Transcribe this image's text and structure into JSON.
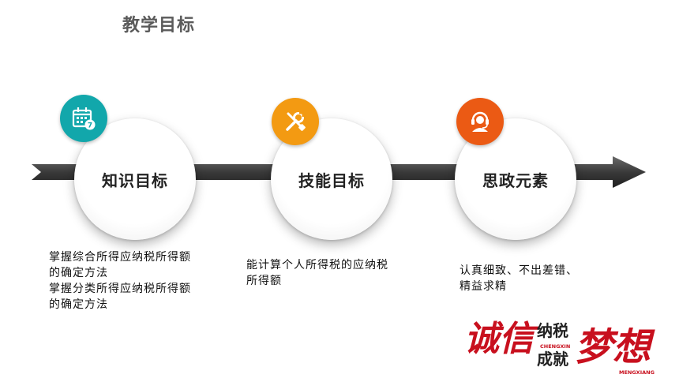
{
  "header": {
    "title": "教学目标"
  },
  "colors": {
    "badge_knowledge": "#12a7ab",
    "badge_skill": "#f39a12",
    "badge_ideology": "#eb5a14",
    "arrow": "#3a3a3a",
    "logo_red": "#c8101e"
  },
  "goals": [
    {
      "label": "知识目标",
      "icon": "calendar-icon",
      "desc": [
        "掌握综合所得应纳税所得额",
        "的确定方法",
        "掌握分类所得应纳税所得额",
        "的确定方法"
      ]
    },
    {
      "label": "技能目标",
      "icon": "tools-icon",
      "desc": [
        "能计算个人所得税的应纳税",
        "所得额"
      ]
    },
    {
      "label": "思政元素",
      "icon": "headset-agent-icon",
      "desc": [
        "认真细致、不出差错、",
        "精益求精"
      ]
    }
  ],
  "logo": {
    "big1": "诚信",
    "small_top": "纳税",
    "small_bottom": "成就",
    "pinyin1": "CHENGXIN",
    "big2": "梦想",
    "pinyin2": "MENGXIANG"
  }
}
